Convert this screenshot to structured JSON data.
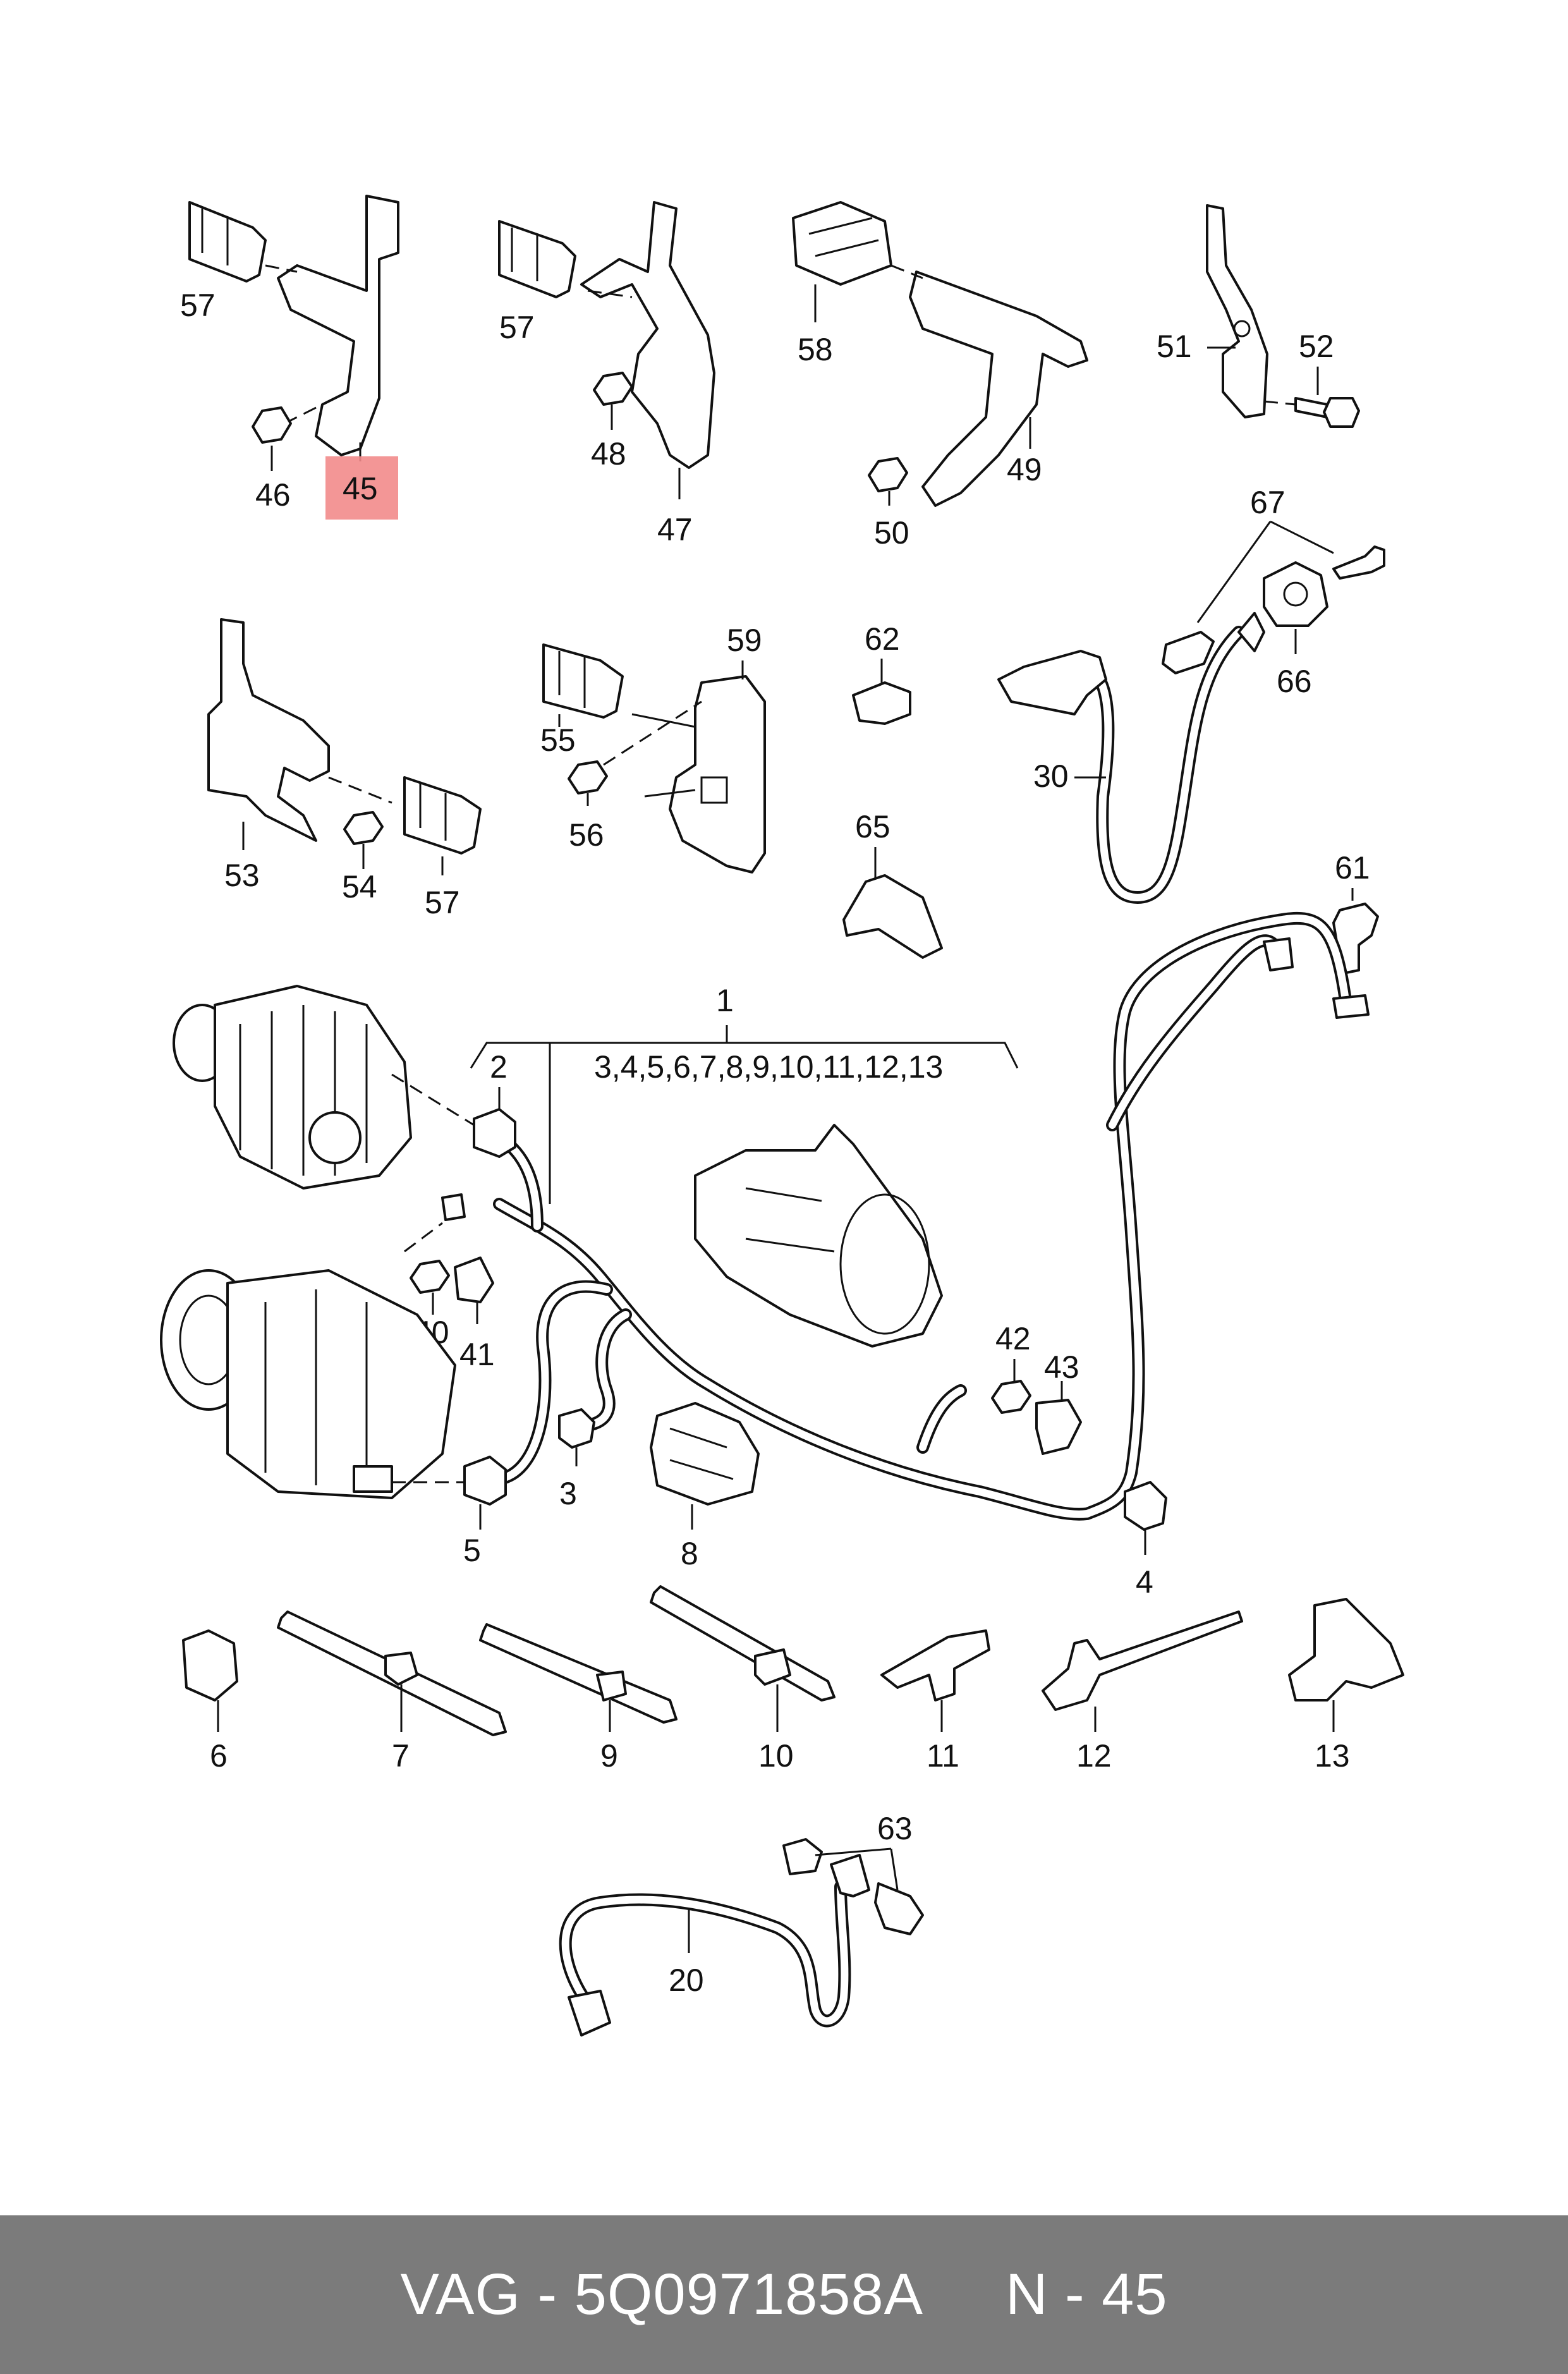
{
  "diagram": {
    "callouts": [
      "57",
      "45",
      "46",
      "57",
      "48",
      "47",
      "58",
      "49",
      "50",
      "51",
      "52",
      "67",
      "66",
      "30",
      "53",
      "54",
      "57",
      "59",
      "55",
      "56",
      "62",
      "65",
      "61",
      "1",
      "3,4,5,6,7,8,9,10,11,12,13",
      "2",
      "40",
      "41",
      "42",
      "43",
      "3",
      "5",
      "8",
      "4",
      "6",
      "7",
      "9",
      "10",
      "11",
      "12",
      "13",
      "63",
      "20"
    ],
    "highlighted_callout": "45"
  },
  "footer": {
    "brand_part": "VAG - 5Q0971858A",
    "ref": "N - 45"
  },
  "colors": {
    "highlight": "#f28b8b",
    "footer_bg": "#7b7b7b",
    "footer_text": "#ffffff"
  }
}
